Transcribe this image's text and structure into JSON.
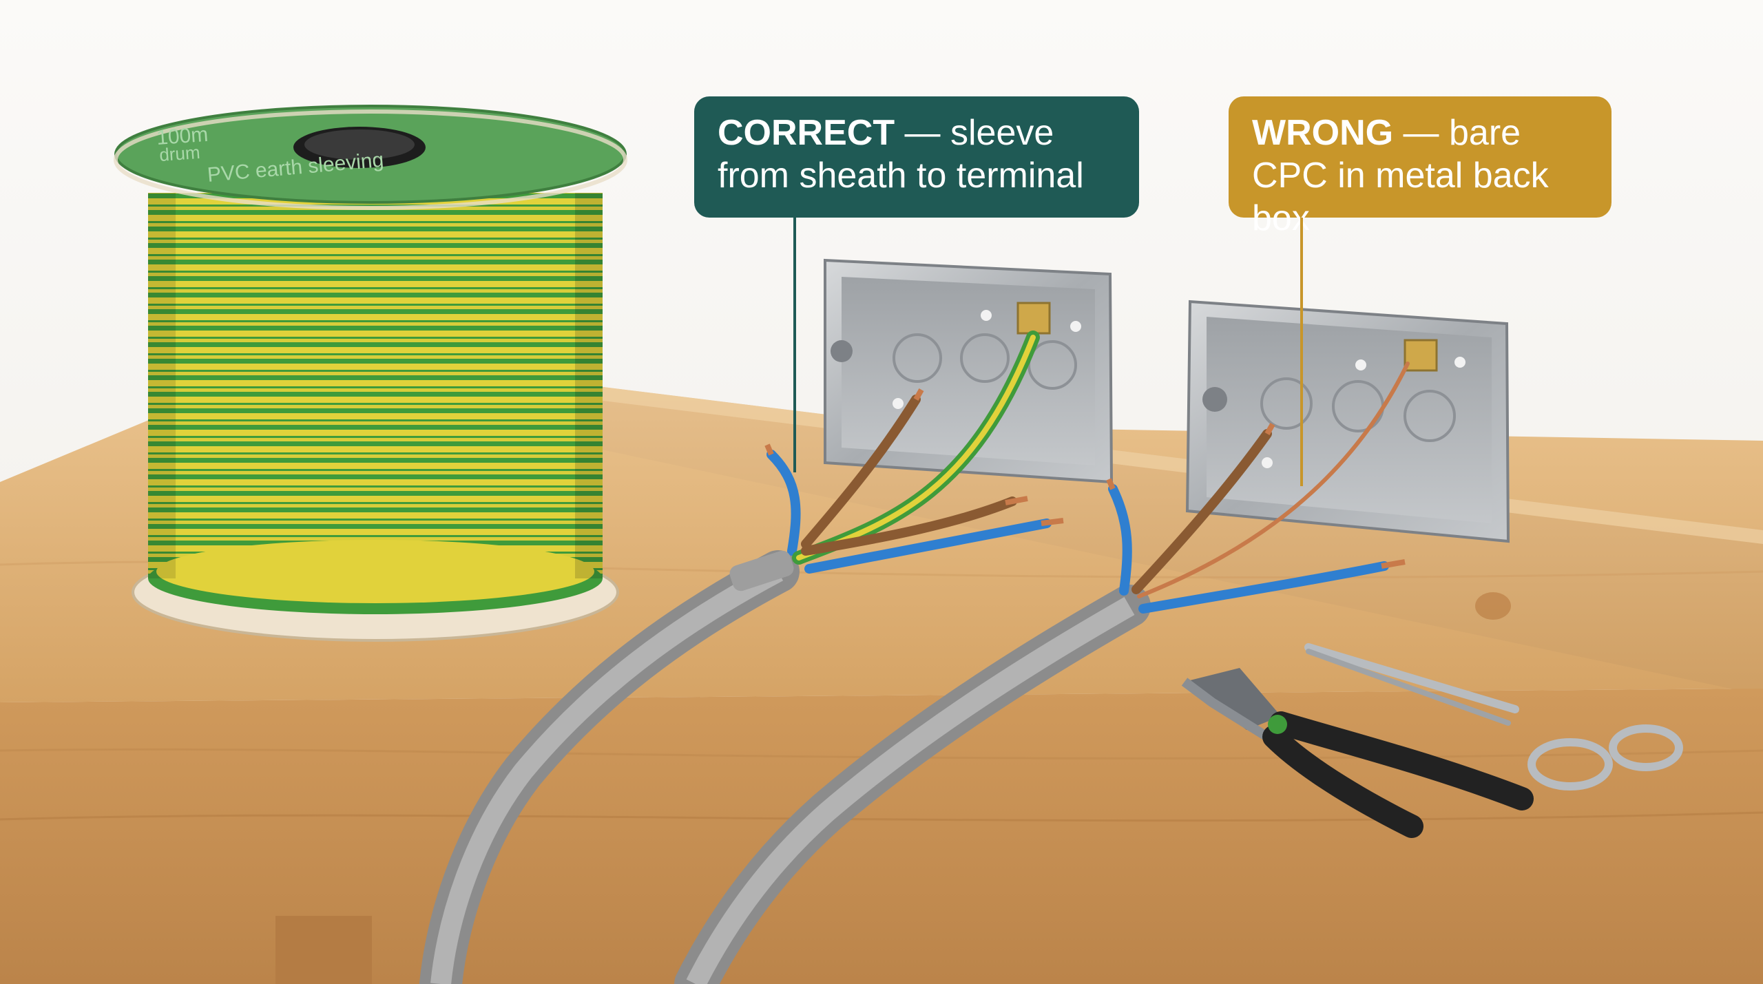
{
  "drum": {
    "length_label": "100m",
    "unit_label": "drum",
    "product_label": "PVC earth sleeving"
  },
  "callouts": {
    "correct": {
      "verdict": "CORRECT",
      "text": " — sleeve from sheath to terminal",
      "color": "#1f5a55"
    },
    "wrong": {
      "verdict": "WRONG",
      "text": " — bare CPC in metal back box",
      "color": "#c8962a"
    }
  },
  "colors": {
    "background": "#f6f4f1",
    "bench_wood": "#dcae72",
    "sleeve_green": "#3b9a3a",
    "sleeve_yellow": "#e4d43a",
    "cable_sheath": "#9a9a9a",
    "live_brown": "#8a5a32",
    "neutral_blue": "#2f7fd0",
    "copper": "#c87a4a",
    "back_box_steel": "#b9bcbf"
  }
}
